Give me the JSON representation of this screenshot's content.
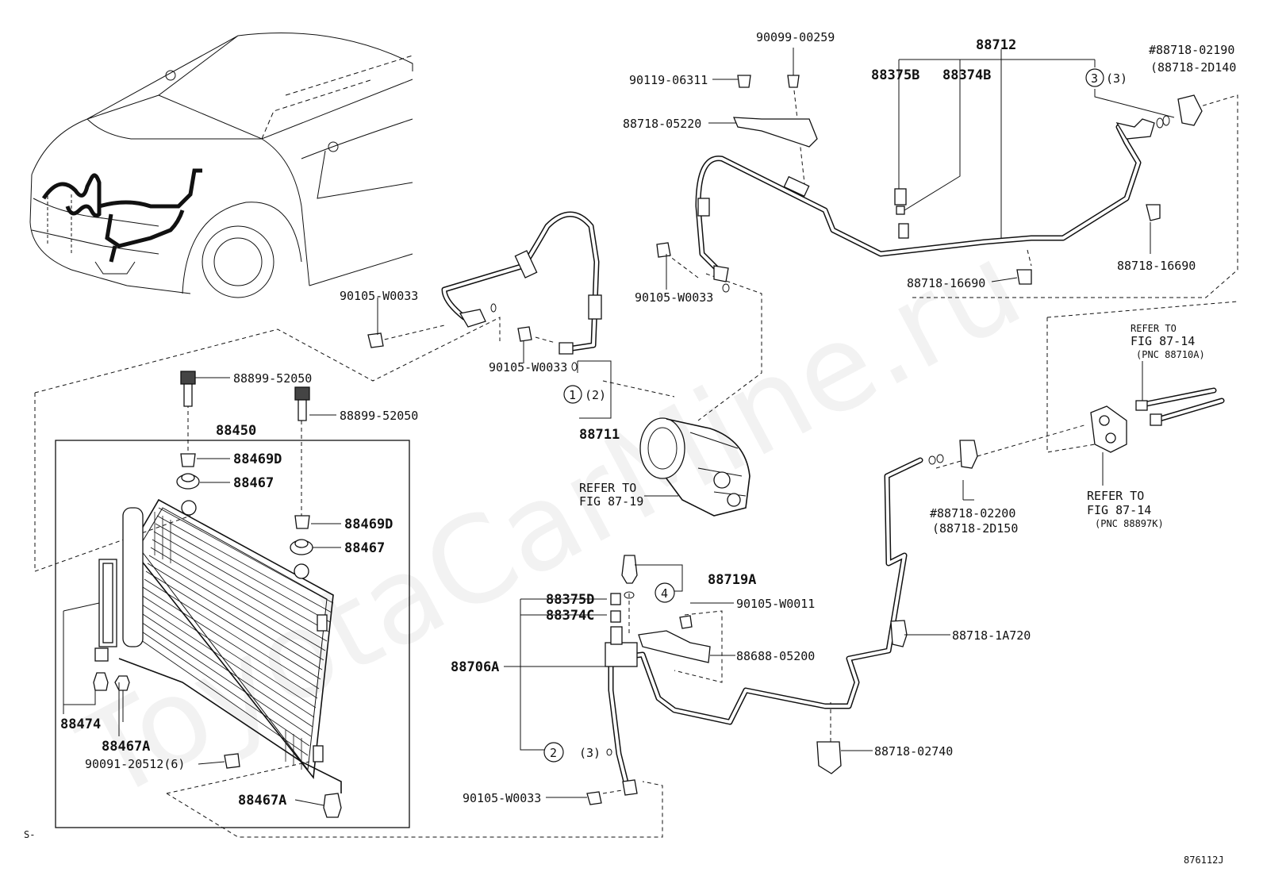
{
  "watermark": "ToyotaCarMine.ru",
  "labels": {
    "p90099_00259": "90099-00259",
    "p88712": "88712",
    "p88718_02190": "#88718-02190",
    "p88718_2D140": "(88718-2D140",
    "p90119_06311": "90119-06311",
    "p88375B": "88375B",
    "p88374B": "88374B",
    "p3_3": "(3)",
    "p88718_05220": "88718-05220",
    "p88718_16690_right": "88718-16690",
    "p90105_W0033_a": "90105-W0033",
    "p90105_W0033_b": "90105-W0033",
    "p88718_16690_mid": "88718-16690",
    "p88899_52050_a": "88899-52050",
    "p90105_W0033_c": "90105-W0033",
    "p88899_52050_b": "88899-52050",
    "p1_2": "(2)",
    "p88450": "88450",
    "p88711": "88711",
    "p88469D_a": "88469D",
    "p88467_a": "88467",
    "refer_87_19_line1": "REFER TO",
    "refer_87_19_line2": "FIG 87-19",
    "p88469D_b": "88469D",
    "p88467_b": "88467",
    "refer_87_14_top_line1": "REFER TO",
    "refer_87_14_top_line2": "FIG 87-14",
    "refer_87_14_top_line3": "(PNC 88710A)",
    "p88718_02200": "#88718-02200",
    "p88718_2D150": "(88718-2D150",
    "refer_87_14_bot_line1": "REFER TO",
    "refer_87_14_bot_line2": "FIG 87-14",
    "refer_87_14_bot_line3": "(PNC 88897K)",
    "p88719A": "88719A",
    "p88375D": "88375D",
    "p88374C": "88374C",
    "p90105_W0011": "90105-W0011",
    "p88718_1A720": "88718-1A720",
    "p88706A": "88706A",
    "p88688_05200": "88688-05200",
    "p88474": "88474",
    "p88467A_a": "88467A",
    "p2_3": "(3)",
    "p88718_02740": "88718-02740",
    "p90091_20512": "90091-20512(6)",
    "p88467A_b": "88467A",
    "p90105_W0033_d": "90105-W0033",
    "footer_left": "S-",
    "footer_right": "876112J"
  },
  "callouts": {
    "c1": "1",
    "c2": "2",
    "c3": "3",
    "c4": "4"
  }
}
